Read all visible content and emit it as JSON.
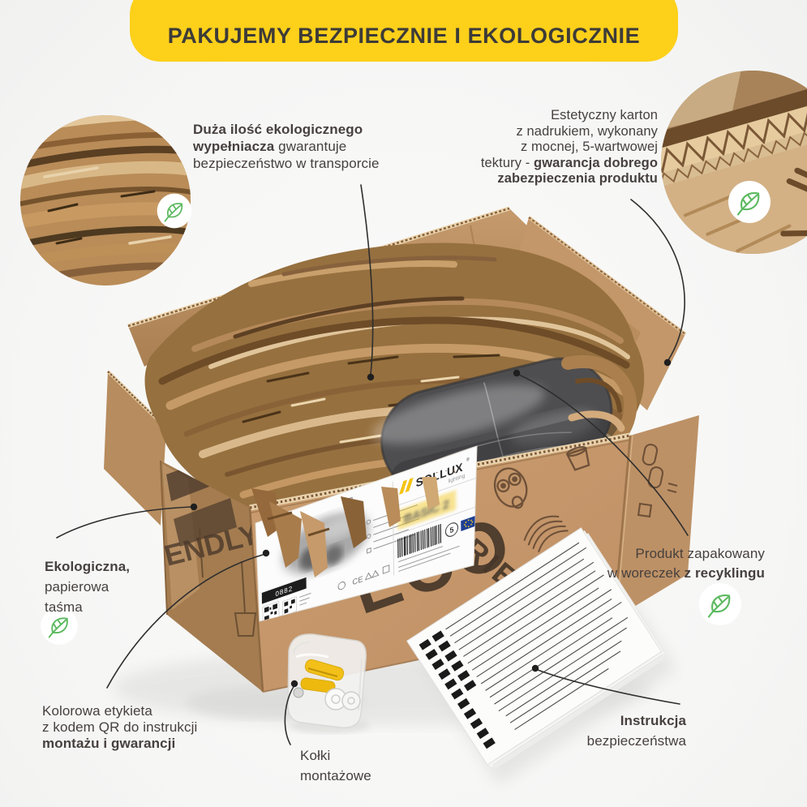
{
  "banner": {
    "title": "PAKUJEMY BEZPIECZNIE I EKOLOGICZNIE"
  },
  "callouts": {
    "filler": {
      "l1b": "Duża ilość ekologicznego",
      "l2b": "wypełniacza",
      "l2r": " gwarantuje",
      "l3": "bezpieczeństwo w transporcie"
    },
    "carton": {
      "l1": "Estetyczny karton",
      "l2": "z nadrukiem, wykonany",
      "l3": "z mocnej, 5-wartwowej",
      "l4r": "tektury - ",
      "l4b": "gwarancja dobrego",
      "l5b": "zabezpieczenia produktu"
    },
    "tape": {
      "l1b": "Ekologiczna,",
      "l2": "papierowa",
      "l3": "taśma"
    },
    "sticker": {
      "l1": "Kolorowa etykieta",
      "l2": "z kodem QR do instrukcji",
      "l3b": "montażu i gwarancji"
    },
    "dowels": {
      "l1": "Kołki",
      "l2": "montażowe"
    },
    "pouch": {
      "l1": "Produkt zapakowany",
      "l2r": "w woreczek ",
      "l2b": "z recyklingu"
    },
    "manual": {
      "l1b": "Instrukcja",
      "l2": "bezpieczeństwa"
    }
  },
  "box_label": {
    "brand": "SOLLUX",
    "brand_sub": "lighting",
    "reg": "®",
    "model": "BASIC 2",
    "code": "0882",
    "warranty": "5",
    "ce_mark": "CE"
  },
  "box_print": {
    "eco": "ECO",
    "friendly": "FRIENDLY"
  },
  "colors": {
    "banner_bg": "#fdd01a",
    "banner_text": "#3d3b38",
    "leaf_green": "#5bb95f",
    "callout_text": "#46403e",
    "callout_line": "#2e2e2e",
    "cardboard": "#c79c6e",
    "cardboard_shadow": "#a67c50",
    "print_dark": "#473729",
    "label_bg": "#fcfcfc"
  }
}
